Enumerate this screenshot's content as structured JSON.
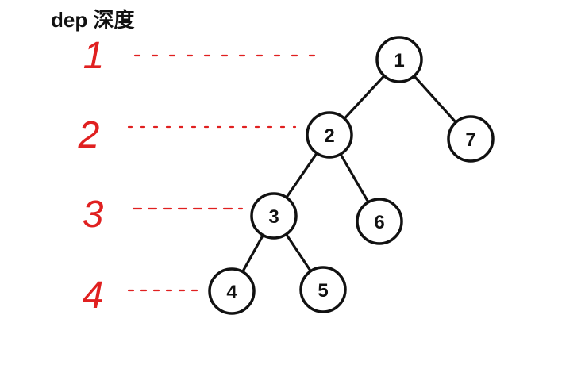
{
  "title": "dep 深度",
  "colors": {
    "ink": "#111111",
    "annotation": "#e02020",
    "background": "#ffffff"
  },
  "depth_labels": [
    "1",
    "2",
    "3",
    "4"
  ],
  "tree": {
    "nodes": [
      {
        "id": "1",
        "label": "1",
        "depth": 1
      },
      {
        "id": "2",
        "label": "2",
        "depth": 2
      },
      {
        "id": "7",
        "label": "7",
        "depth": 2
      },
      {
        "id": "3",
        "label": "3",
        "depth": 3
      },
      {
        "id": "6",
        "label": "6",
        "depth": 3
      },
      {
        "id": "4",
        "label": "4",
        "depth": 4
      },
      {
        "id": "5",
        "label": "5",
        "depth": 4
      }
    ],
    "edges": [
      {
        "from": "1",
        "to": "2"
      },
      {
        "from": "1",
        "to": "7"
      },
      {
        "from": "2",
        "to": "3"
      },
      {
        "from": "2",
        "to": "6"
      },
      {
        "from": "3",
        "to": "4"
      },
      {
        "from": "3",
        "to": "5"
      }
    ]
  }
}
